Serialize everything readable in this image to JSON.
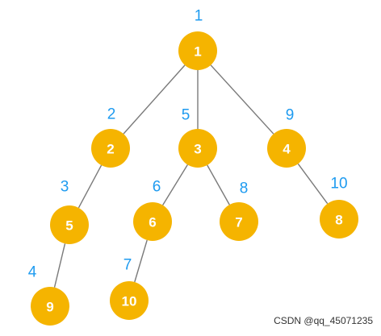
{
  "tree": {
    "nodes": [
      {
        "id": "1",
        "label": "1",
        "order": "1"
      },
      {
        "id": "2",
        "label": "2",
        "order": "2"
      },
      {
        "id": "3",
        "label": "3",
        "order": "5"
      },
      {
        "id": "4",
        "label": "4",
        "order": "9"
      },
      {
        "id": "5",
        "label": "5",
        "order": "3"
      },
      {
        "id": "6",
        "label": "6",
        "order": "6"
      },
      {
        "id": "7",
        "label": "7",
        "order": "8"
      },
      {
        "id": "8",
        "label": "8",
        "order": "10"
      },
      {
        "id": "9",
        "label": "9",
        "order": "4"
      },
      {
        "id": "10",
        "label": "10",
        "order": "7"
      }
    ],
    "edges": [
      [
        "1",
        "2"
      ],
      [
        "1",
        "3"
      ],
      [
        "1",
        "4"
      ],
      [
        "2",
        "5"
      ],
      [
        "5",
        "9"
      ],
      [
        "3",
        "6"
      ],
      [
        "3",
        "7"
      ],
      [
        "6",
        "10"
      ],
      [
        "4",
        "8"
      ]
    ]
  },
  "colors": {
    "node_fill": "#f5b400",
    "node_text": "#ffffff",
    "order_text": "#1e9bf0",
    "edge": "#7a7a7a"
  },
  "watermark": "CSDN @qq_45071235"
}
